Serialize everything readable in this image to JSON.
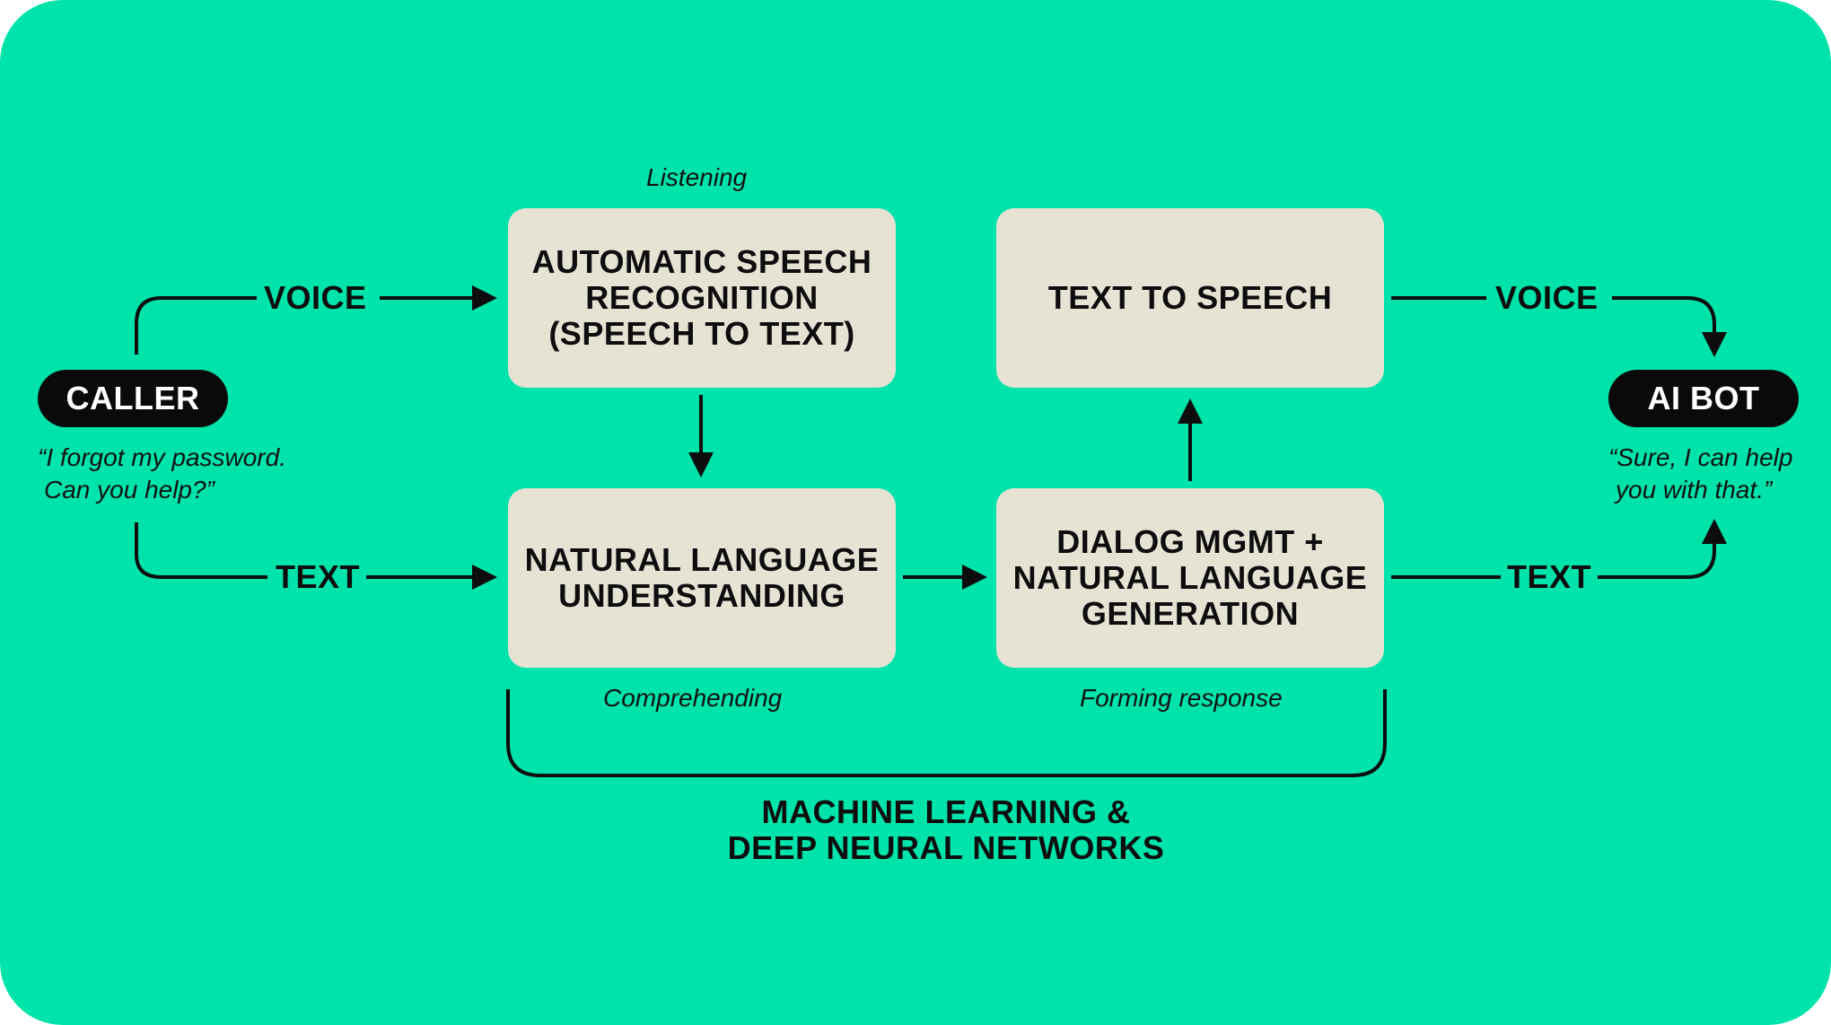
{
  "colors": {
    "background": "#00e3aa",
    "box": "#e6e3d5",
    "pill": "#0a0a0a",
    "line": "#0d0d0d"
  },
  "caller": {
    "label": "CALLER",
    "quote_line1": "“I forgot my password.",
    "quote_line2": "Can you help?”"
  },
  "bot": {
    "label": "AI BOT",
    "quote_line1": "“Sure, I can help",
    "quote_line2": "you with that.”"
  },
  "stages": {
    "asr": {
      "line1": "AUTOMATIC SPEECH",
      "line2": "RECOGNITION",
      "line3": "(SPEECH TO TEXT)",
      "caption": "Listening"
    },
    "tts": {
      "line1": "TEXT TO SPEECH"
    },
    "nlu": {
      "line1": "NATURAL LANGUAGE",
      "line2": "UNDERSTANDING",
      "caption": "Comprehending"
    },
    "dm": {
      "line1": "DIALOG MGMT +",
      "line2": "NATURAL LANGUAGE",
      "line3": "GENERATION",
      "caption": "Forming response"
    }
  },
  "edges": {
    "caller_voice": "VOICE",
    "caller_text": "TEXT",
    "bot_voice": "VOICE",
    "bot_text": "TEXT"
  },
  "footer": {
    "line1": "MACHINE LEARNING &",
    "line2": "DEEP NEURAL NETWORKS"
  }
}
